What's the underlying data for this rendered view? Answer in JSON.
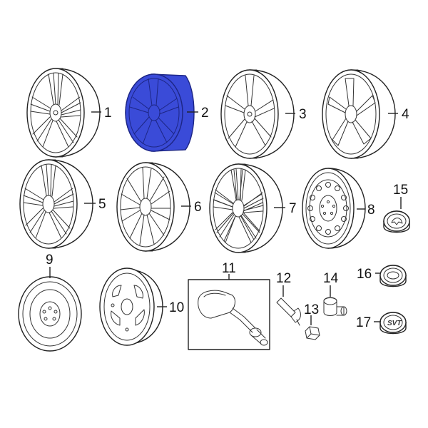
{
  "diagram": {
    "highlight_color": "#3a4bd8",
    "highlight_outline": "#1d2685",
    "line_color": "#222222",
    "callouts": [
      {
        "id": "1",
        "text": "1"
      },
      {
        "id": "2",
        "text": "2",
        "highlighted": true
      },
      {
        "id": "3",
        "text": "3"
      },
      {
        "id": "4",
        "text": "4"
      },
      {
        "id": "5",
        "text": "5"
      },
      {
        "id": "6",
        "text": "6"
      },
      {
        "id": "7",
        "text": "7"
      },
      {
        "id": "8",
        "text": "8"
      },
      {
        "id": "9",
        "text": "9"
      },
      {
        "id": "10",
        "text": "10"
      },
      {
        "id": "11",
        "text": "11"
      },
      {
        "id": "12",
        "text": "12"
      },
      {
        "id": "13",
        "text": "13"
      },
      {
        "id": "14",
        "text": "14"
      },
      {
        "id": "15",
        "text": "15"
      },
      {
        "id": "16",
        "text": "16"
      },
      {
        "id": "17",
        "text": "17"
      }
    ],
    "emblem_text": "SVT"
  }
}
